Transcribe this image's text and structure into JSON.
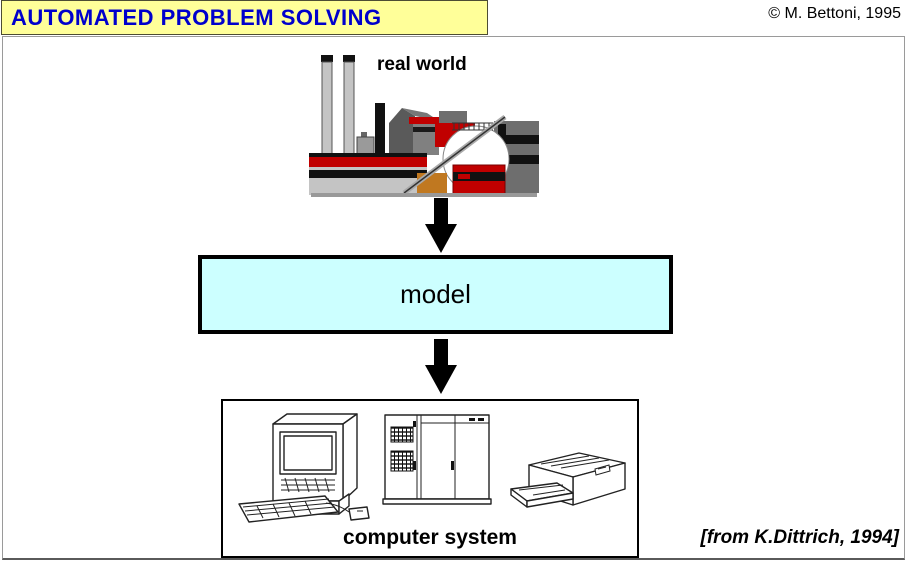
{
  "slide": {
    "title": "AUTOMATED PROBLEM SOLVING",
    "copyright": "© M. Bettoni, 1995",
    "citation": "[from K.Dittrich, 1994]"
  },
  "diagram": {
    "real_world_label": "real world",
    "model_label": "model",
    "computer_system_label": "computer system",
    "flow": [
      "real world",
      "model",
      "computer system"
    ],
    "icons": {
      "factory": "factory-illustration",
      "arrow_1": "down-arrow-icon",
      "arrow_2": "down-arrow-icon",
      "desktop_computer": "desktop-computer-illustration",
      "server_cabinet": "server-cabinet-illustration",
      "printer": "printer-illustration"
    }
  },
  "colors": {
    "title_bar_bg": "#FFFF99",
    "title_text": "#0000CC",
    "model_box_fill": "#CCFFFF",
    "arrow_color": "#000000",
    "factory_red": "#C00000",
    "factory_gray": "#C4C4C4",
    "factory_dark_gray": "#6E6E6E",
    "factory_orange": "#C07820"
  }
}
